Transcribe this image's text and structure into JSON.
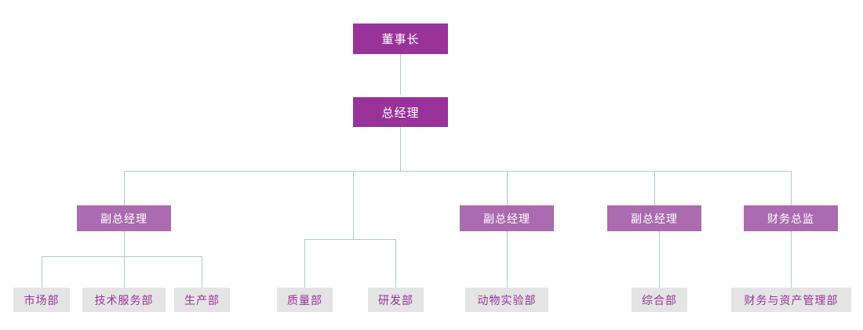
{
  "diagram": {
    "type": "org-chart",
    "title": "",
    "colors": {
      "executive_fill": "#993399",
      "vp_fill": "#ab6bb0",
      "department_fill": "#e4e4e4",
      "department_text": "#993399",
      "executive_text": "#ffffff",
      "connector": "#b7c4ce",
      "background": "#ffffff"
    },
    "nodes": {
      "chairman": {
        "label": "董事长",
        "level": "executive"
      },
      "general_manager": {
        "label": "总经理",
        "level": "executive"
      },
      "vp_1": {
        "label": "副总经理",
        "level": "vp"
      },
      "vp_2": {
        "label": "副总经理",
        "level": "vp"
      },
      "vp_3": {
        "label": "副总经理",
        "level": "vp"
      },
      "cfo": {
        "label": "财务总监",
        "level": "vp"
      },
      "dept_market": {
        "label": "市场部",
        "level": "department"
      },
      "dept_tech_service": {
        "label": "技术服务部",
        "level": "department"
      },
      "dept_production": {
        "label": "生产部",
        "level": "department"
      },
      "dept_quality": {
        "label": "质量部",
        "level": "department"
      },
      "dept_rnd": {
        "label": "研发部",
        "level": "department"
      },
      "dept_animal_lab": {
        "label": "动物实验部",
        "level": "department"
      },
      "dept_general_affairs": {
        "label": "综合部",
        "level": "department"
      },
      "dept_finance_asset": {
        "label": "财务与资产管理部",
        "level": "department"
      }
    },
    "edges": [
      {
        "from": "chairman",
        "to": "general_manager"
      },
      {
        "from": "general_manager",
        "to": "vp_1"
      },
      {
        "from": "general_manager",
        "to": "dept_quality"
      },
      {
        "from": "general_manager",
        "to": "dept_rnd"
      },
      {
        "from": "general_manager",
        "to": "vp_2"
      },
      {
        "from": "general_manager",
        "to": "vp_3"
      },
      {
        "from": "general_manager",
        "to": "cfo"
      },
      {
        "from": "vp_1",
        "to": "dept_market"
      },
      {
        "from": "vp_1",
        "to": "dept_tech_service"
      },
      {
        "from": "vp_1",
        "to": "dept_production"
      },
      {
        "from": "vp_2",
        "to": "dept_animal_lab"
      },
      {
        "from": "vp_3",
        "to": "dept_general_affairs"
      },
      {
        "from": "cfo",
        "to": "dept_finance_asset"
      }
    ]
  }
}
